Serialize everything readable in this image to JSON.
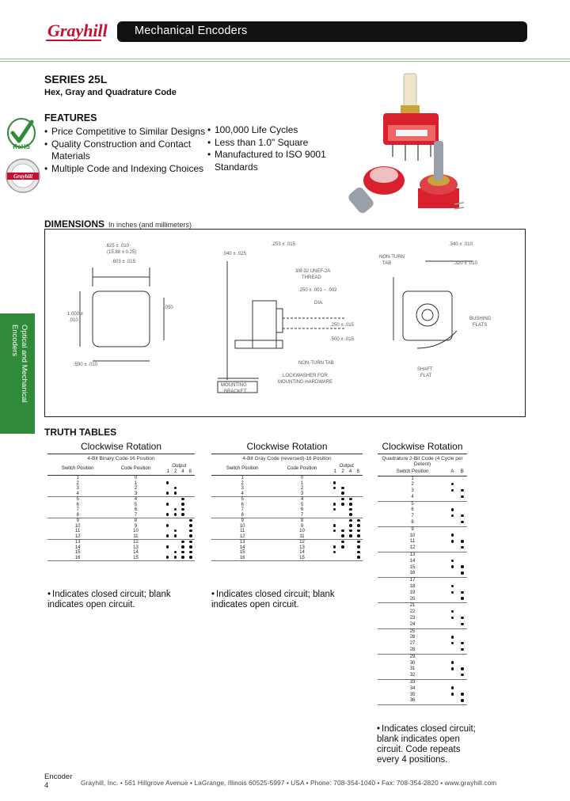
{
  "header": {
    "logo": "Grayhill",
    "title": "Mechanical Encoders"
  },
  "product": {
    "series": "SERIES 25L",
    "subtitle": "Hex, Gray and Quadrature Code",
    "rohs_label": "RoHS"
  },
  "features": {
    "heading": "FEATURES",
    "left": [
      "Price Competitive to Similar Designs",
      "Quality Construction and Contact Materials",
      "Multiple Code and Indexing Choices"
    ],
    "right": [
      "100,000 Life Cycles",
      "Less than 1.0\" Square",
      "Manufactured to ISO 9001 Standards"
    ]
  },
  "dimensions": {
    "heading": "DIMENSIONS",
    "units": "In inches (and millimeters)"
  },
  "side_tab": "Optical and Mechanical Encoders",
  "truth_tables": {
    "heading": "TRUTH TABLES",
    "table1": {
      "title": "Clockwise Rotation",
      "subtitle": "4-Bit Binary Code-16 Position",
      "headers": [
        "Switch Position",
        "Code Position",
        "1",
        "2",
        "4",
        "8"
      ],
      "output_label": "Output",
      "rows": [
        [
          "1",
          "0",
          "",
          "",
          "",
          ""
        ],
        [
          "2",
          "1",
          "1",
          "",
          "",
          ""
        ],
        [
          "3",
          "2",
          "",
          "1",
          "",
          ""
        ],
        [
          "4",
          "3",
          "1",
          "1",
          "",
          ""
        ],
        [
          "5",
          "4",
          "",
          "",
          "1",
          ""
        ],
        [
          "6",
          "5",
          "1",
          "",
          "1",
          ""
        ],
        [
          "7",
          "6",
          "",
          "1",
          "1",
          ""
        ],
        [
          "8",
          "7",
          "1",
          "1",
          "1",
          ""
        ],
        [
          "9",
          "8",
          "",
          "",
          "",
          "1"
        ],
        [
          "10",
          "9",
          "1",
          "",
          "",
          "1"
        ],
        [
          "11",
          "10",
          "",
          "1",
          "",
          "1"
        ],
        [
          "12",
          "11",
          "1",
          "1",
          "",
          "1"
        ],
        [
          "13",
          "12",
          "",
          "",
          "1",
          "1"
        ],
        [
          "14",
          "13",
          "1",
          "",
          "1",
          "1"
        ],
        [
          "15",
          "14",
          "",
          "1",
          "1",
          "1"
        ],
        [
          "16",
          "15",
          "1",
          "1",
          "1",
          "1"
        ]
      ]
    },
    "table2": {
      "title": "Clockwise Rotation",
      "subtitle": "4-Bit Gray Code (reversed)-16 Position",
      "headers": [
        "Switch Position",
        "Code Position",
        "1",
        "2",
        "4",
        "8"
      ],
      "output_label": "Output",
      "rows": [
        [
          "1",
          "0",
          "",
          "",
          "",
          ""
        ],
        [
          "2",
          "1",
          "1",
          "",
          "",
          ""
        ],
        [
          "3",
          "2",
          "1",
          "1",
          "",
          ""
        ],
        [
          "4",
          "3",
          "",
          "1",
          "",
          ""
        ],
        [
          "5",
          "4",
          "",
          "1",
          "1",
          ""
        ],
        [
          "6",
          "5",
          "1",
          "1",
          "1",
          ""
        ],
        [
          "7",
          "6",
          "1",
          "",
          "1",
          ""
        ],
        [
          "8",
          "7",
          "",
          "",
          "1",
          ""
        ],
        [
          "9",
          "8",
          "",
          "",
          "1",
          "1"
        ],
        [
          "10",
          "9",
          "1",
          "",
          "1",
          "1"
        ],
        [
          "11",
          "10",
          "1",
          "1",
          "1",
          "1"
        ],
        [
          "12",
          "11",
          "",
          "1",
          "1",
          "1"
        ],
        [
          "13",
          "12",
          "",
          "1",
          "",
          "1"
        ],
        [
          "14",
          "13",
          "1",
          "1",
          "",
          "1"
        ],
        [
          "15",
          "14",
          "1",
          "",
          "",
          "1"
        ],
        [
          "16",
          "15",
          "",
          "",
          "",
          "1"
        ]
      ]
    },
    "table3": {
      "title": "Clockwise Rotation",
      "subtitle": "Quadrature 2-Bit Code (4 Cycle per Detent)",
      "headers": [
        "Switch Position",
        "A",
        "B"
      ],
      "rows": [
        [
          "1",
          "",
          ""
        ],
        [
          "2",
          "1",
          ""
        ],
        [
          "3",
          "1",
          "1"
        ],
        [
          "4",
          "",
          "1"
        ],
        [
          "5",
          "",
          ""
        ],
        [
          "6",
          "1",
          ""
        ],
        [
          "7",
          "1",
          "1"
        ],
        [
          "8",
          "",
          "1"
        ],
        [
          "9",
          "",
          ""
        ],
        [
          "10",
          "1",
          ""
        ],
        [
          "11",
          "1",
          "1"
        ],
        [
          "12",
          "",
          "1"
        ],
        [
          "13",
          "",
          ""
        ],
        [
          "14",
          "1",
          ""
        ],
        [
          "15",
          "1",
          "1"
        ],
        [
          "16",
          "",
          "1"
        ],
        [
          "17",
          "",
          ""
        ],
        [
          "18",
          "1",
          ""
        ],
        [
          "19",
          "1",
          "1"
        ],
        [
          "20",
          "",
          "1"
        ],
        [
          "21",
          "",
          ""
        ],
        [
          "22",
          "1",
          ""
        ],
        [
          "23",
          "1",
          "1"
        ],
        [
          "24",
          "",
          "1"
        ],
        [
          "25",
          "",
          ""
        ],
        [
          "26",
          "1",
          ""
        ],
        [
          "27",
          "1",
          "1"
        ],
        [
          "28",
          "",
          "1"
        ],
        [
          "29",
          "",
          ""
        ],
        [
          "30",
          "1",
          ""
        ],
        [
          "31",
          "1",
          "1"
        ],
        [
          "32",
          "",
          "1"
        ],
        [
          "33",
          "",
          ""
        ],
        [
          "34",
          "1",
          ""
        ],
        [
          "35",
          "1",
          "1"
        ],
        [
          "36",
          "",
          "1"
        ]
      ]
    },
    "note_short": "Indicates closed circuit; blank indicates open circuit.",
    "note_long": "Indicates closed circuit; blank indicates open circuit. Code repeats every 4 positions."
  },
  "footer": {
    "section": "Encoder",
    "page": "4",
    "address": "Grayhill, Inc. • 561 Hillgrove Avenue • LaGrange, Illinois 60525-5997 • USA • Phone: 708-354-1040 • Fax: 708-354-2820 • www.grayhill.com"
  },
  "colors": {
    "brand_red": "#c8102e",
    "tab_green": "#2f8a3a",
    "header_black": "#111111"
  }
}
